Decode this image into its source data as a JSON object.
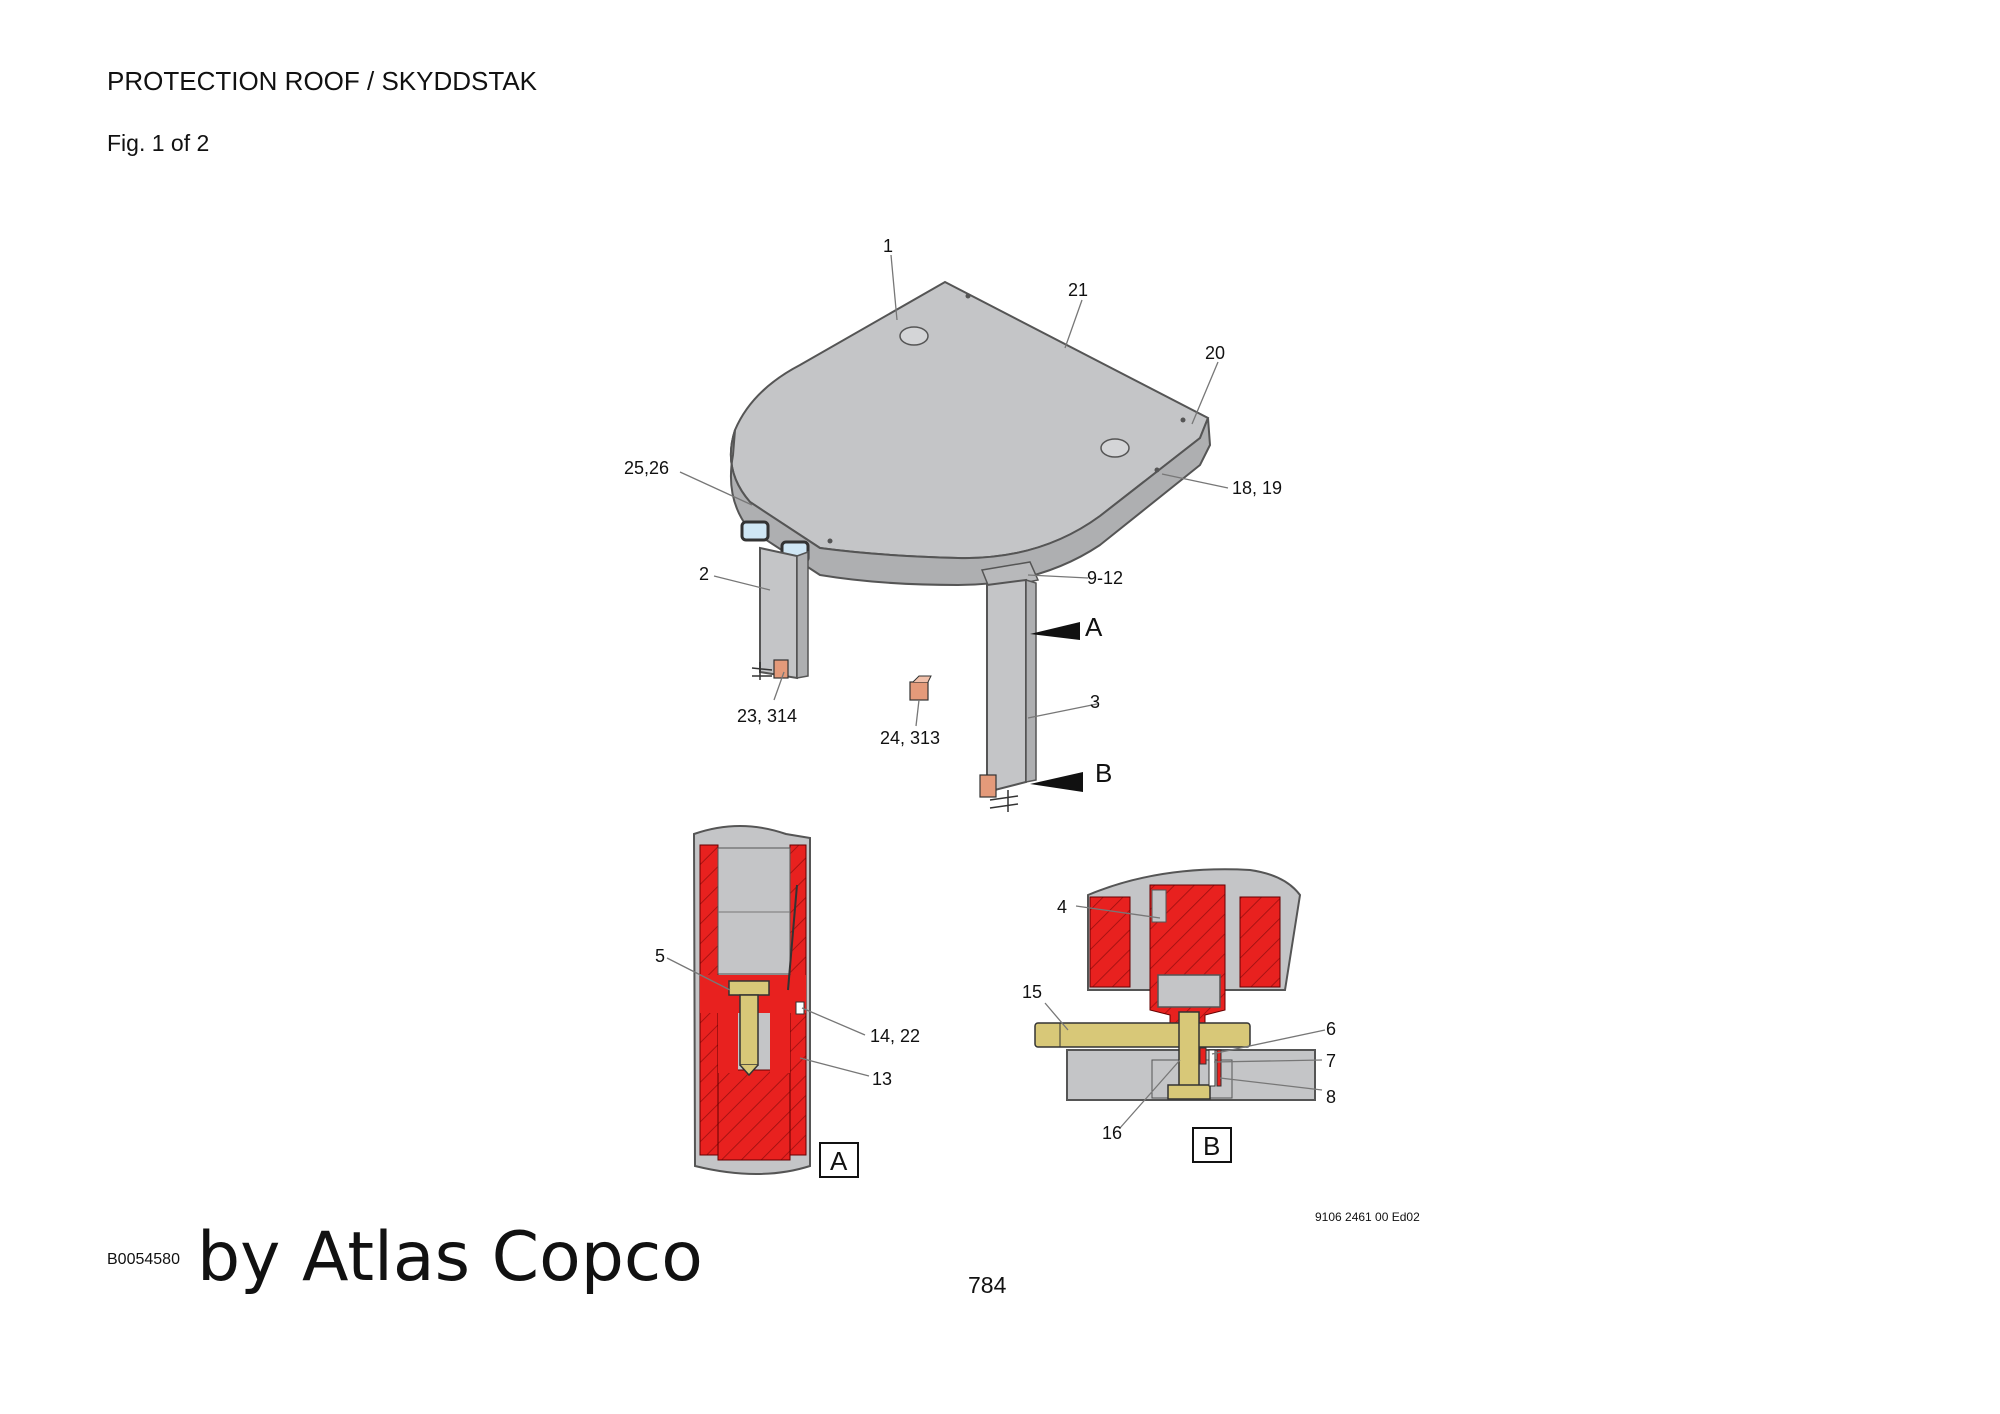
{
  "header": {
    "title": "PROTECTION ROOF / SKYDDSTAK",
    "figure": "Fig. 1 of 2"
  },
  "callouts": {
    "c1": "1",
    "c21": "21",
    "c20": "20",
    "c25_26": "25,26",
    "c18_19": "18, 19",
    "c2": "2",
    "c9_12": "9-12",
    "cA": "A",
    "c3": "3",
    "c23_314": "23, 314",
    "c24_313": "24, 313",
    "cB": "B",
    "c4": "4",
    "c5": "5",
    "c15": "15",
    "c6": "6",
    "c7": "7",
    "c8": "8",
    "c14_22": "14, 22",
    "c13": "13",
    "c16": "16"
  },
  "detail_labels": {
    "a": "A",
    "b": "B"
  },
  "footer": {
    "doc_code": "9106 2461 00 Ed02",
    "drawing_code": "B0054580",
    "brand": "by Atlas Copco",
    "page_number": "784"
  },
  "colors": {
    "steel_grey": "#c4c5c7",
    "section_red": "#e8211f",
    "bolt_brass": "#d8c878",
    "clip_orange": "#e49a7a",
    "lamp_blue": "#cfe6f4"
  }
}
